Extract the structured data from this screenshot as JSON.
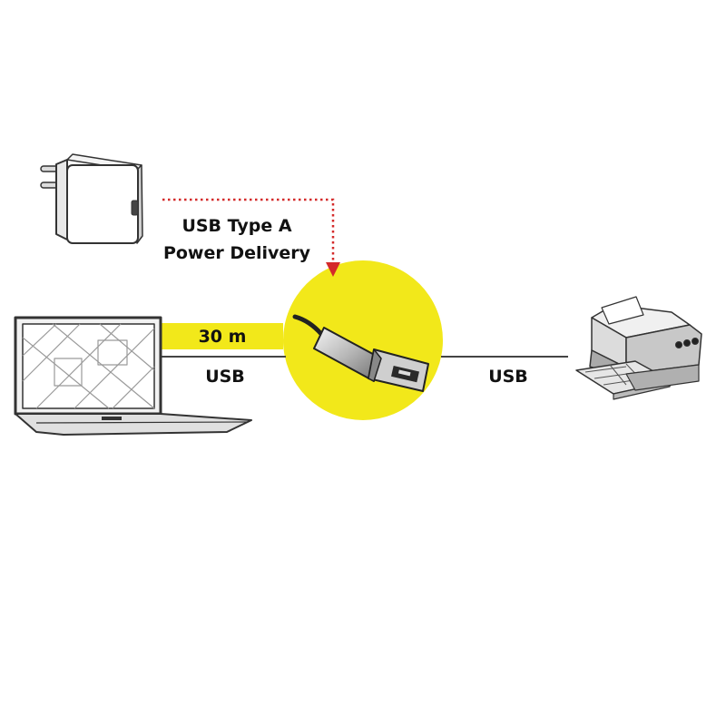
{
  "labels": {
    "power_line1": "USB Type A",
    "power_line2": "Power Delivery",
    "cable_length": "30 m",
    "usb_left": "USB",
    "usb_right": "USB"
  },
  "colors": {
    "highlight": "#f2e81a",
    "power_arrow": "#d42a2a",
    "line": "#444444"
  },
  "icons": [
    "charger-icon",
    "laptop-icon",
    "extender-icon",
    "printer-icon"
  ]
}
